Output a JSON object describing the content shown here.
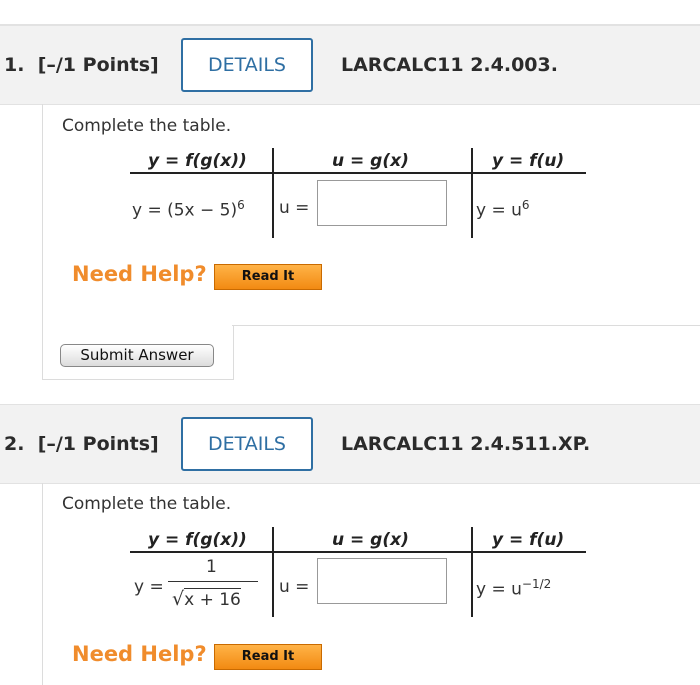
{
  "questions": [
    {
      "number": "1.",
      "points": "[–/1 Points]",
      "details_label": "DETAILS",
      "code": "LARCALC11 2.4.003.",
      "instruction": "Complete the table.",
      "headers": [
        "y = f(g(x))",
        "u = g(x)",
        "y = f(u)"
      ],
      "composite_prefix": "y = (5x − 5)",
      "composite_exponent": "6",
      "u_label": "u =",
      "u_answer": "",
      "outer_prefix": "y = u",
      "outer_exponent": "6",
      "need_help": "Need Help?",
      "read_it": "Read It",
      "submit": "Submit Answer"
    },
    {
      "number": "2.",
      "points": "[–/1 Points]",
      "details_label": "DETAILS",
      "code": "LARCALC11 2.4.511.XP.",
      "instruction": "Complete the table.",
      "headers": [
        "y = f(g(x))",
        "u = g(x)",
        "y = f(u)"
      ],
      "composite_lhs": "y =",
      "composite_numerator": "1",
      "composite_radical": "√",
      "composite_radicand": "x + 16",
      "u_label": "u =",
      "u_answer": "",
      "outer_prefix": "y = u",
      "outer_exponent": "−1/2",
      "need_help": "Need Help?",
      "read_it": "Read It"
    }
  ]
}
